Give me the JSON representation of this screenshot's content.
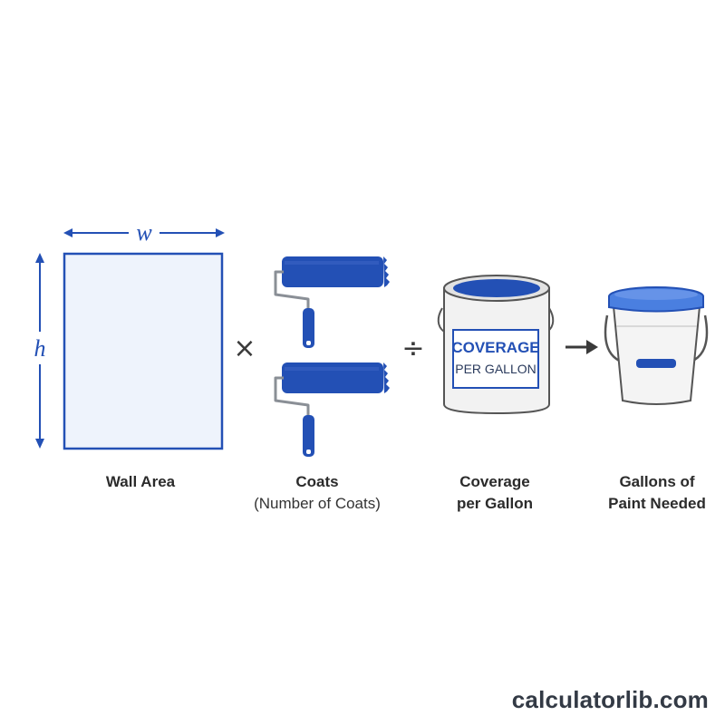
{
  "wall": {
    "width_symbol": "w",
    "height_symbol": "h",
    "caption": "Wall Area"
  },
  "operators": {
    "multiply": "×",
    "divide": "÷",
    "arrow": "→"
  },
  "coats": {
    "caption": "Coats",
    "sub_caption": "(Number of Coats)"
  },
  "paint_can": {
    "label_line1": "COVERAGE",
    "label_line2": "PER GALLON",
    "caption_line1": "Coverage",
    "caption_line2": "per Gallon"
  },
  "bucket": {
    "caption_line1": "Gallons of",
    "caption_line2": "Paint Needed"
  },
  "brand": {
    "text": "calculatorlib.com"
  },
  "colors": {
    "accent_blue": "#2350b5",
    "wall_fill": "#eef3fc",
    "operator": "#3a3a3a",
    "text": "#2b2b2b"
  }
}
